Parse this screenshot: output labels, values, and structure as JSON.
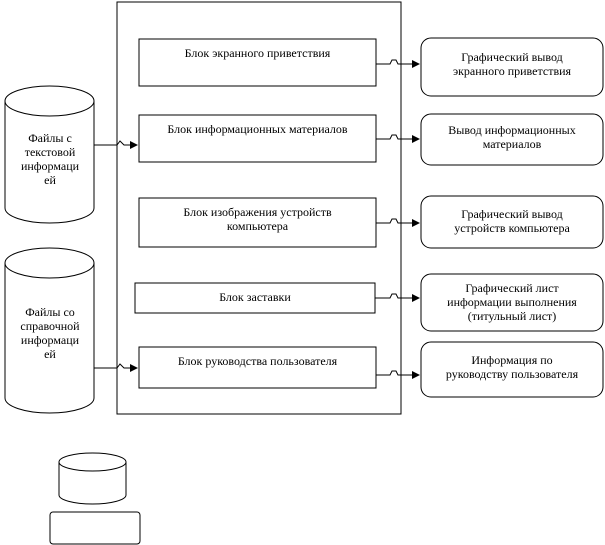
{
  "cylinders": {
    "text_files": "Файлы с\nтекстовой\nинформаци\nей",
    "help_files": "Файлы со\nсправочной\nинформаци\nей"
  },
  "blocks": [
    "Блок экранного приветствия",
    "Блок информационных материалов",
    "Блок изображения устройств\nкомпьютера",
    "Блок заставки",
    "Блок руководства пользователя"
  ],
  "outputs": [
    "Графический вывод\nэкранного приветствия",
    "Вывод информационных\nматериалов",
    "Графический вывод\nустройств компьютера",
    "Графический лист\nинформации выполнения\n(титульный лист)",
    "Информация по\nруководству пользователя"
  ]
}
